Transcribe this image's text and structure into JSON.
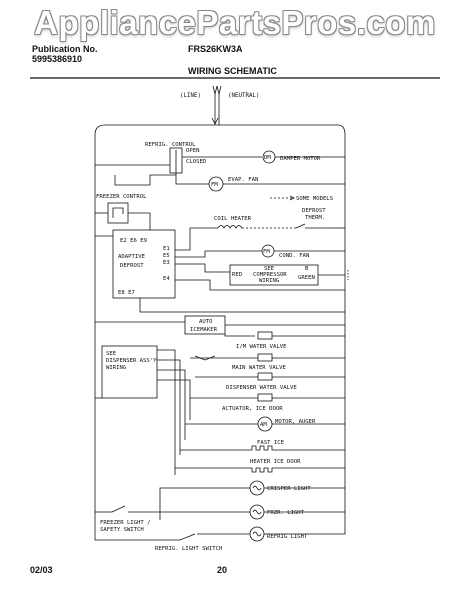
{
  "watermark": "AppliancePartsPros.com",
  "header": {
    "publication_label": "Publication No.",
    "publication_number": "5995386910",
    "model": "FRS26KW3A",
    "title": "WIRING SCHEMATIC"
  },
  "footer": {
    "date": "02/03",
    "page": "20"
  },
  "diagram": {
    "line_label": "(LINE)",
    "neutral_label": "(NEUTRAL)",
    "refrig_control": "REFRIG. CONTROL",
    "open": "OPEN",
    "closed": "CLOSED",
    "damper_motor": "DAMPER MOTOR",
    "evap_fan": "EVAP. FAN",
    "some_models": "SOME MODELS",
    "freezer_control": "FREEZER CONTROL",
    "defrost_therm_1": "DEFROST",
    "defrost_therm_2": "THERM.",
    "coil_heater": "COIL HEATER",
    "cond_fan": "COND. FAN",
    "adaptive_1": "ADAPTIVE",
    "adaptive_2": "DEFROST",
    "term_top": "E2 E6 E9",
    "term_e1": "E1",
    "term_e5": "E5",
    "term_e3": "E3",
    "term_e4": "E4",
    "term_bottom": "E8 E7",
    "red": "RED",
    "see_comp_1": "SEE",
    "see_comp_2": "COMPRESSOR",
    "see_comp_3": "WIRING",
    "b_label": "B",
    "green": "GREEN",
    "auto_icemaker_1": "AUTO",
    "auto_icemaker_2": "ICEMAKER",
    "see_dispenser_1": "SEE",
    "see_dispenser_2": "DISPENSER ASS'Y",
    "see_dispenser_3": "WIRING",
    "im_water_valve": "I/M WATER VALVE",
    "main_water_valve": "MAIN WATER VALVE",
    "dispenser_water_valve": "DISPENSER WATER VALVE",
    "actuator_ice_door": "ACTUATOR, ICE DOOR",
    "motor_auger": "MOTOR, AUGER",
    "fast_ice": "FAST ICE",
    "heater_ice_door": "HEATER ICE DOOR",
    "crisper_light": "CRISPER LIGHT",
    "frzr_light": "FRZR. LIGHT",
    "refrig_light": "REFRIG LIGHT",
    "freezer_light_switch_1": "FREEZER LIGHT /",
    "freezer_light_switch_2": "SAFETY SWITCH",
    "refrig_light_switch": "REFRIG. LIGHT SWITCH"
  }
}
